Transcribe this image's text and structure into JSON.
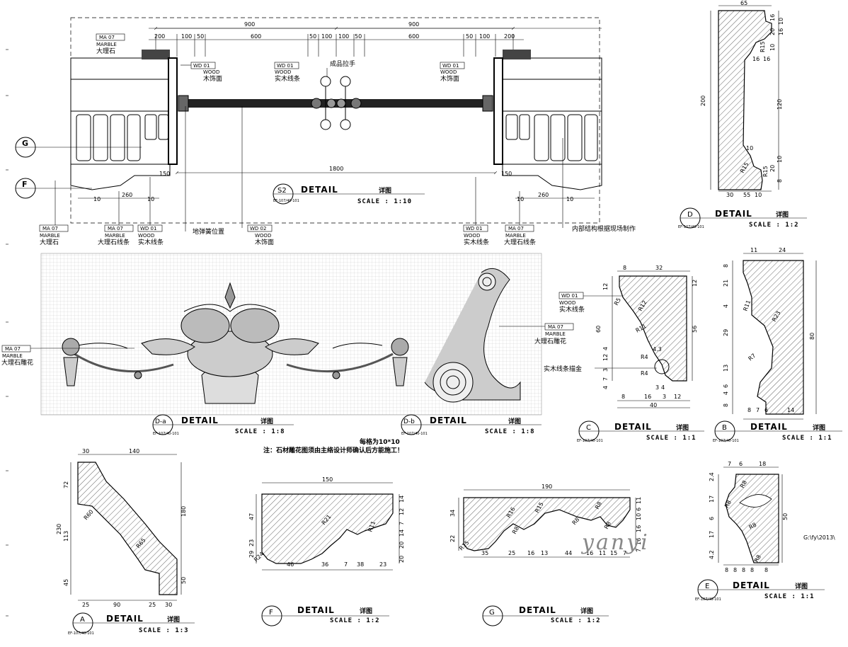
{
  "s2": {
    "title": "DETAIL",
    "title_cn": "详图",
    "mark": "S2",
    "sheet_ref": "EF-107/40-101",
    "scale": "SCALE :  1:10",
    "dims_top": [
      "900",
      "900"
    ],
    "dims_sub": [
      "200",
      "100",
      "50",
      "600",
      "50",
      "100",
      "100",
      "50",
      "600",
      "50",
      "100",
      "200"
    ],
    "dim_bottom": "1800",
    "dims_left": [
      "150",
      "10",
      "260",
      "10"
    ],
    "dims_right": [
      "150",
      "10",
      "260",
      "10"
    ],
    "labels": {
      "marble_code": "MA  07",
      "marble_en": "MARBLE",
      "marble_cn": "大理石",
      "wood_code_01": "WD  01",
      "wood_en": "WOOD",
      "wood_cn_face": "木饰面",
      "wood_cn_solid": "实木线条",
      "handle": "成品拉手",
      "marble_line_cn": "大理石线条",
      "wood_code_02": "WD  02",
      "spring": "地弹簧位置",
      "internal": "内部结构根据现场制作",
      "callout_g": "G",
      "callout_f": "F"
    }
  },
  "d": {
    "title": "DETAIL",
    "title_cn": "详图",
    "mark": "D",
    "sheet_ref": "EF-107/40-101",
    "scale": "SCALE :  1:2",
    "dims": [
      "65",
      "200",
      "10",
      "16",
      "16",
      "20",
      "10",
      "120",
      "10",
      "10",
      "R15",
      "20",
      "8",
      "30",
      "55",
      "10",
      "R15",
      "R15",
      "16",
      "16"
    ]
  },
  "da": {
    "title": "DETAIL",
    "title_cn": "详图",
    "mark": "D-a",
    "sheet_ref": "EF-107/40-101",
    "scale": "SCALE :  1:8",
    "label_code": "MA  07",
    "label_en": "MARBLE",
    "label_cn": "大理石雕花"
  },
  "db": {
    "title": "DETAIL",
    "title_cn": "详图",
    "mark": "D-b",
    "sheet_ref": "EF-107/40-101",
    "scale": "SCALE :  1:8",
    "label_code": "MA  07",
    "label_en": "MARBLE",
    "label_cn": "大理石雕花"
  },
  "note": {
    "grid": "每格为10*10",
    "text": "注：石材雕花图须由主络设计师确认后方能施工！"
  },
  "c": {
    "title": "DETAIL",
    "title_cn": "详图",
    "mark": "C",
    "sheet_ref": "EF-107/40-101",
    "scale": "SCALE :  1:1",
    "label_code": "WD  01",
    "label_en": "WOOD",
    "label_cn": "实木线条",
    "gold": "实木线条描金",
    "dims_top": [
      "8",
      "32"
    ],
    "dims_bottom": [
      "8",
      "16",
      "3",
      "12",
      "40"
    ],
    "dims_right": [
      "12",
      "R5",
      "56"
    ],
    "dims_left": [
      "12",
      "60",
      "4",
      "12",
      "3",
      "7",
      "4"
    ],
    "radii": [
      "R5",
      "R12",
      "R11",
      "R4",
      "R4",
      "4.3",
      "3",
      "4"
    ]
  },
  "b": {
    "title": "DETAIL",
    "title_cn": "详图",
    "mark": "B",
    "sheet_ref": "EF-107/40-101",
    "scale": "SCALE :  1:1",
    "dims_top": [
      "11",
      "24"
    ],
    "dims_bottom": [
      "8",
      "7",
      "6",
      "14"
    ],
    "dims_left": [
      "8",
      "21",
      "4",
      "29",
      "13",
      "6",
      "4",
      "8"
    ],
    "dim_right": "80",
    "radii": [
      "R11",
      "R23",
      "R7"
    ]
  },
  "a": {
    "title": "DETAIL",
    "title_cn": "详图",
    "mark": "A",
    "sheet_ref": "EF-107/40-101",
    "scale": "SCALE :  1:3",
    "dims_top": [
      "30",
      "140"
    ],
    "dims_bottom": [
      "25",
      "90",
      "25",
      "30"
    ],
    "dims_left": [
      "72",
      "230",
      "113",
      "45"
    ],
    "dims_right": [
      "180",
      "50"
    ],
    "radii": [
      "R60",
      "R65"
    ]
  },
  "f": {
    "title": "DETAIL",
    "title_cn": "详图",
    "mark": "F",
    "scale": "SCALE :  1:2",
    "dims_top": "150",
    "dims_bottom": [
      "46",
      "36",
      "7",
      "38",
      "23"
    ],
    "dims_left": [
      "47",
      "23",
      "29",
      "R24"
    ],
    "dims_right": [
      "14",
      "12",
      "7",
      "14",
      "20",
      "20"
    ],
    "radii": [
      "R21",
      "R11"
    ]
  },
  "g": {
    "title": "DETAIL",
    "title_cn": "详图",
    "mark": "G",
    "scale": "SCALE :  1:2",
    "dims_top": "190",
    "dims_bottom": [
      "35",
      "25",
      "16",
      "13",
      "44",
      "16",
      "11",
      "15",
      "7"
    ],
    "dims_left": [
      "34",
      "22",
      "R15"
    ],
    "dims_right": [
      "11",
      "6",
      "10",
      "16",
      "16",
      "7"
    ],
    "radii": [
      "R16",
      "R15",
      "R8",
      "R8",
      "R8",
      "R8"
    ]
  },
  "e": {
    "title": "DETAIL",
    "title_cn": "详图",
    "mark": "E",
    "sheet_ref": "EF-107/40-101",
    "scale": "SCALE :  1:1",
    "dims_top": [
      "7",
      "6",
      "18"
    ],
    "dims_bottom": [
      "8",
      "8",
      "8",
      "8",
      "8"
    ],
    "dims_left": [
      "2.4",
      "17",
      "6",
      "17",
      "4.2"
    ],
    "dim_right": "50",
    "radii": [
      "R8",
      "R8",
      "R8",
      "R8"
    ]
  },
  "path_text": "G:\\fy\\2013\\",
  "watermark": "yanyi"
}
